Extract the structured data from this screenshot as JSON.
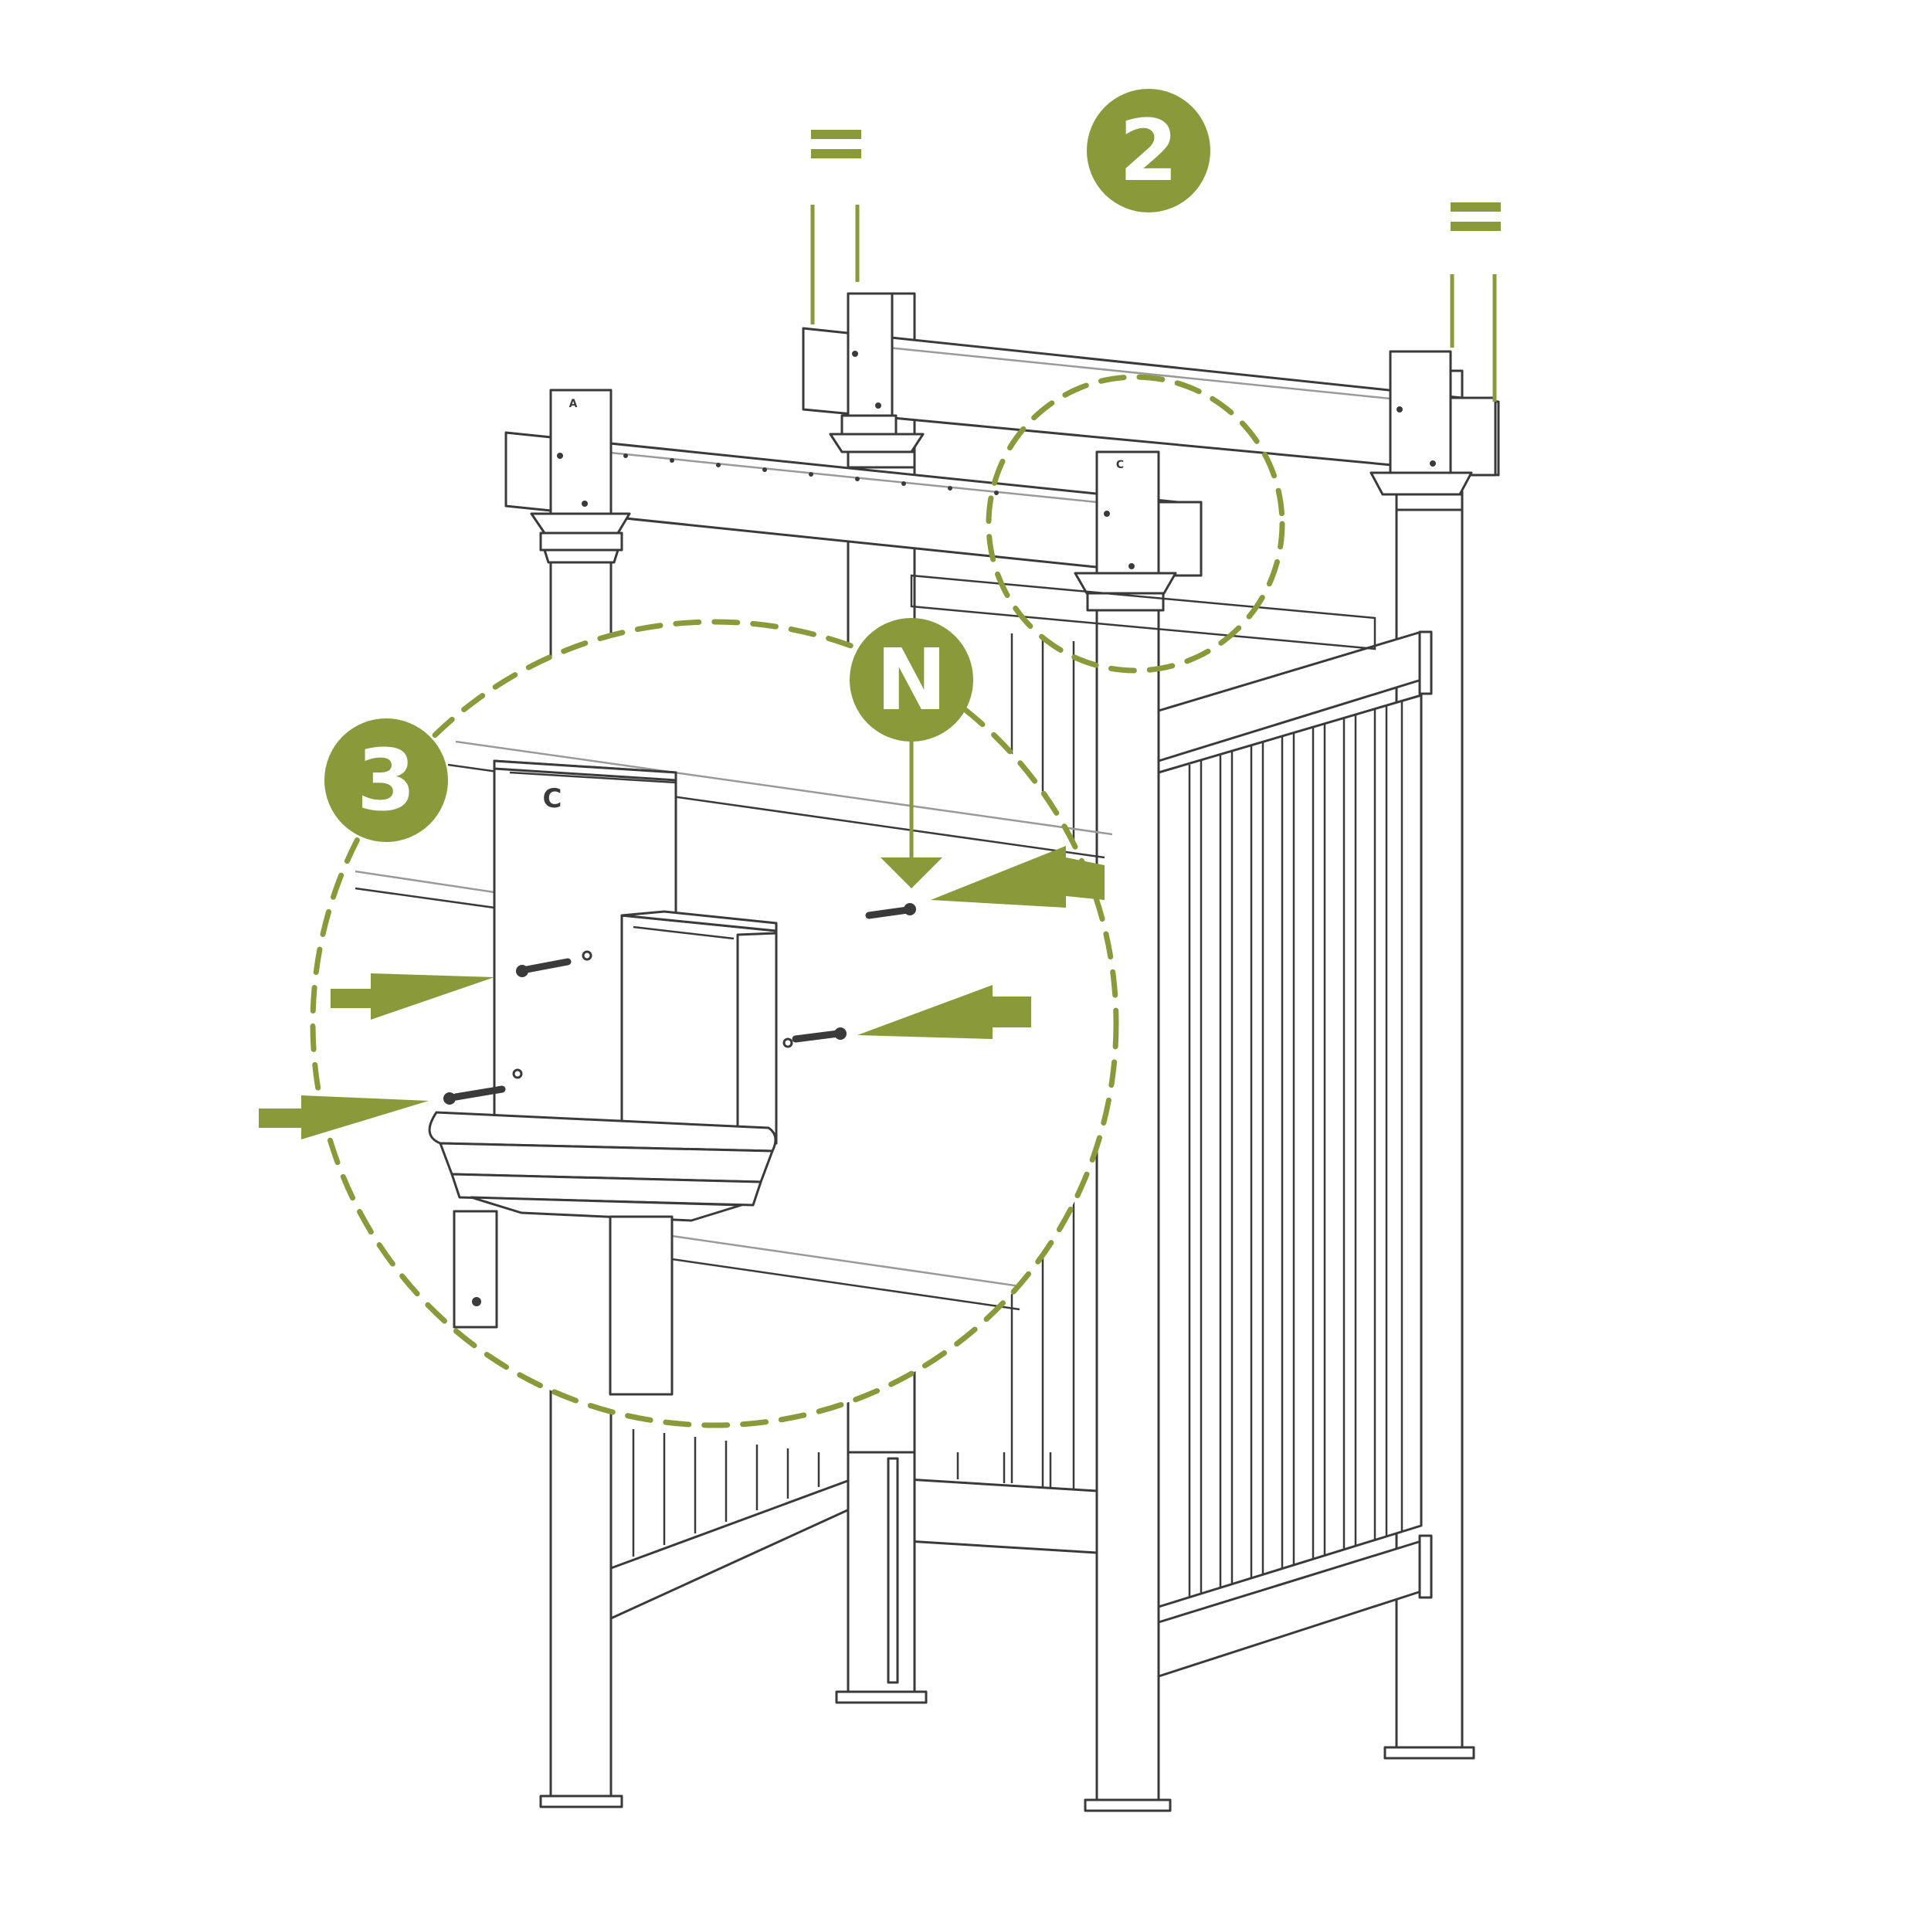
{
  "badges": {
    "step_main": "2",
    "step_detail": "3",
    "part_letter": "N"
  },
  "post_labels": {
    "front_left": "A",
    "front_right": "C",
    "detail": "C"
  },
  "colors": {
    "accent": "#8a9a3a",
    "line": "#3a3a3a",
    "background": "#ffffff"
  },
  "icons": {
    "equal_marker": "equals-sign",
    "push_arrow": "arrow-right",
    "screw": "screw-icon"
  }
}
